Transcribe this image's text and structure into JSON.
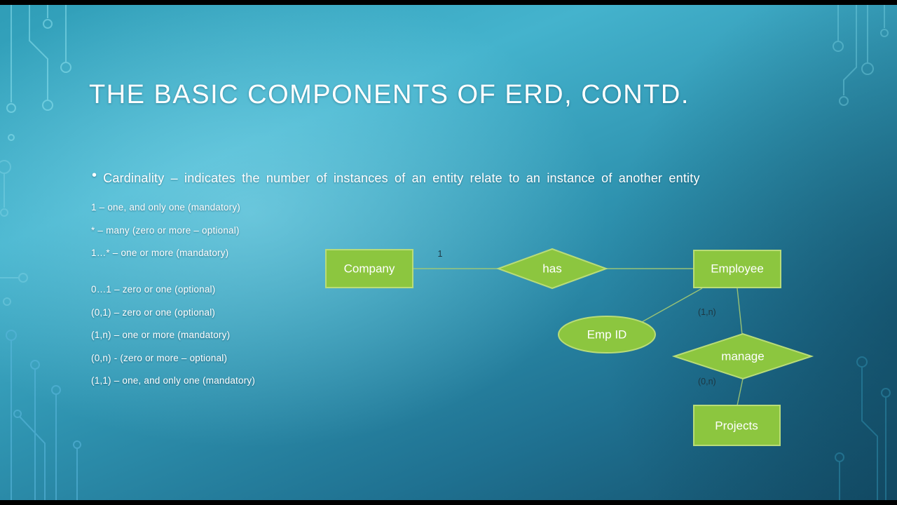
{
  "colors": {
    "shape_fill": "#8cc63f",
    "shape_border": "#b9dc78",
    "connector": "#a6cb72",
    "background_teal": "#2f9db7",
    "annotation_text": "#1d3742"
  },
  "slide": {
    "title": "THE BASIC COMPONENTS OF ERD, CONTD.",
    "bullet_marker": "•",
    "bullet_text": "Cardinality – indicates the number of instances of an entity relate to an instance of another entity",
    "cardinality_items": [
      "1 – one, and only one (mandatory)",
      "* – many (zero or more – optional)",
      "1…* – one or more (mandatory)",
      "0…1 – zero or one (optional)",
      "(0,1) – zero or one (optional)",
      "(1,n) – one or more (mandatory)",
      "(0,n) - (zero or more – optional)",
      "(1,1) – one, and only one (mandatory)"
    ]
  },
  "diagram": {
    "entity_company": "Company",
    "relationship_has": "has",
    "entity_employee": "Employee",
    "attribute_emp_id": "Emp ID",
    "relationship_manage": "manage",
    "entity_projects": "Projects",
    "label_one": "1",
    "label_1n": "(1,n)",
    "label_0n": "(0,n)"
  }
}
